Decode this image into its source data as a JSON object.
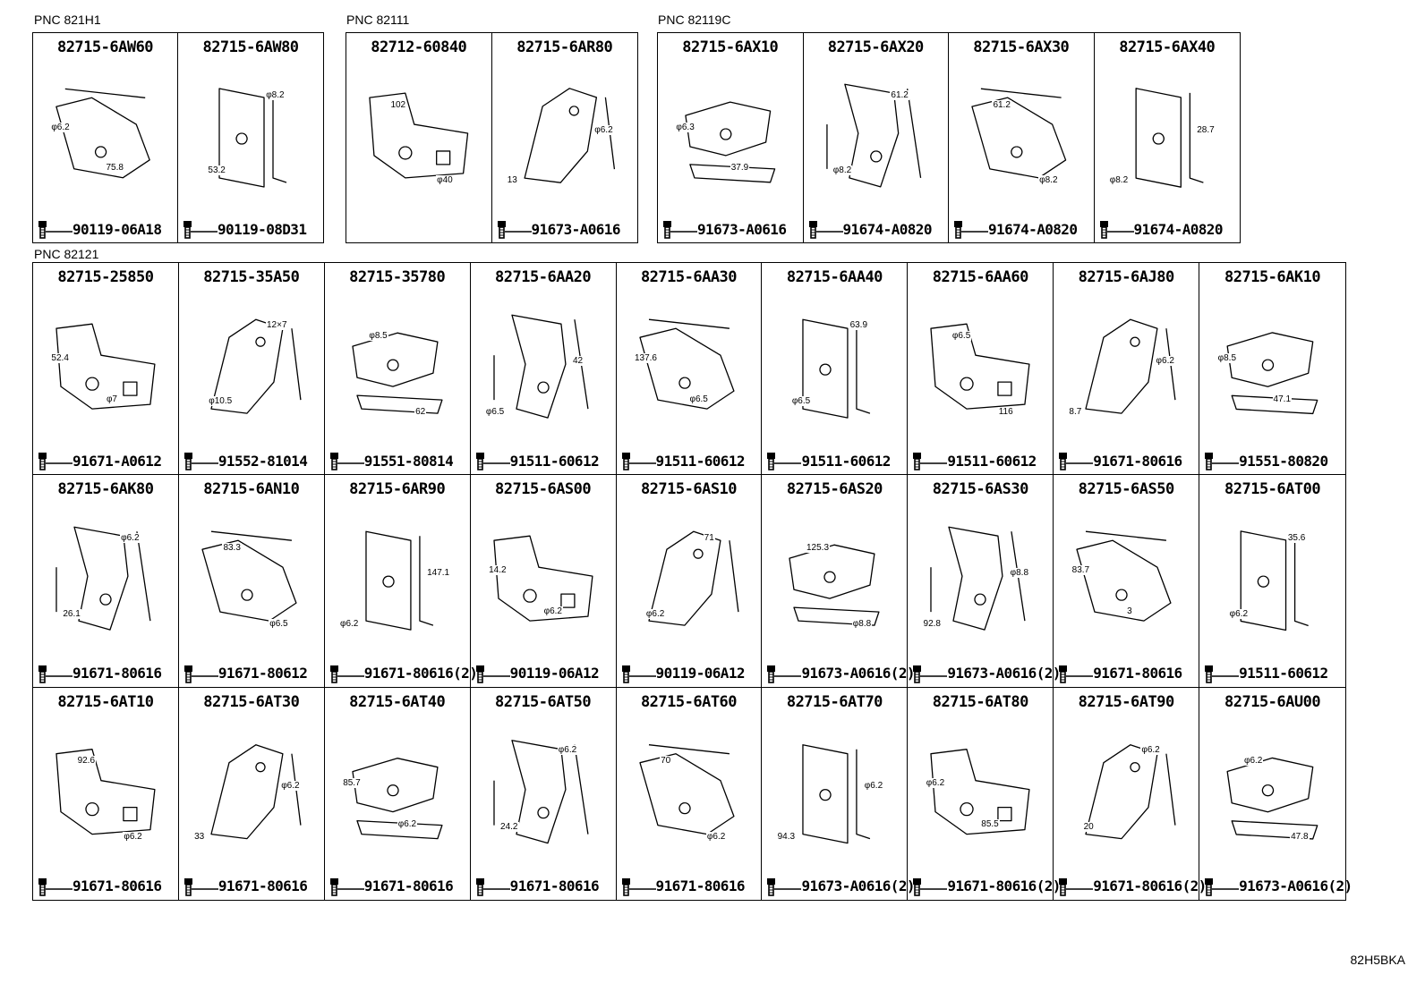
{
  "groups": [
    {
      "pnc": "PNC 821H1",
      "cells": [
        {
          "part": "82715-6AW60",
          "bolt": "90119-06A18",
          "dims": [
            "φ6.2",
            "75.8"
          ]
        },
        {
          "part": "82715-6AW80",
          "bolt": "90119-08D31",
          "dims": [
            "φ8.2",
            "53.2"
          ]
        }
      ]
    },
    {
      "pnc": "PNC 82111",
      "cells": [
        {
          "part": "82712-60840",
          "bolt": "",
          "dims": [
            "102",
            "φ40"
          ]
        },
        {
          "part": "82715-6AR80",
          "bolt": "91673-A0616",
          "dims": [
            "φ6.2",
            "13"
          ]
        }
      ]
    },
    {
      "pnc": "PNC 82119C",
      "cells": [
        {
          "part": "82715-6AX10",
          "bolt": "91673-A0616",
          "dims": [
            "φ6.3",
            "37.9"
          ]
        },
        {
          "part": "82715-6AX20",
          "bolt": "91674-A0820",
          "dims": [
            "61.2",
            "φ8.2"
          ]
        },
        {
          "part": "82715-6AX30",
          "bolt": "91674-A0820",
          "dims": [
            "61.2",
            "φ8.2"
          ]
        },
        {
          "part": "82715-6AX40",
          "bolt": "91674-A0820",
          "dims": [
            "28.7",
            "φ8.2"
          ]
        }
      ]
    },
    {
      "pnc": "PNC 82121",
      "cells": [
        {
          "part": "82715-25850",
          "bolt": "91671-A0612",
          "dims": [
            "52.4",
            "φ7"
          ]
        },
        {
          "part": "82715-35A50",
          "bolt": "91552-81014",
          "dims": [
            "12×7",
            "φ10.5"
          ]
        },
        {
          "part": "82715-35780",
          "bolt": "91551-80814",
          "dims": [
            "φ8.5",
            "62"
          ]
        },
        {
          "part": "82715-6AA20",
          "bolt": "91511-60612",
          "dims": [
            "42",
            "φ6.5"
          ]
        },
        {
          "part": "82715-6AA30",
          "bolt": "91511-60612",
          "dims": [
            "137.6",
            "φ6.5"
          ]
        },
        {
          "part": "82715-6AA40",
          "bolt": "91511-60612",
          "dims": [
            "63.9",
            "φ6.5"
          ]
        },
        {
          "part": "82715-6AA60",
          "bolt": "91511-60612",
          "dims": [
            "φ6.5",
            "116"
          ]
        },
        {
          "part": "82715-6AJ80",
          "bolt": "91671-80616",
          "dims": [
            "φ6.2",
            "8.7"
          ]
        },
        {
          "part": "82715-6AK10",
          "bolt": "91551-80820",
          "dims": [
            "φ8.5",
            "47.1"
          ]
        },
        {
          "part": "82715-6AK80",
          "bolt": "91671-80616",
          "dims": [
            "φ6.2",
            "26.1"
          ]
        },
        {
          "part": "82715-6AN10",
          "bolt": "91671-80612",
          "dims": [
            "83.3",
            "φ6.5"
          ]
        },
        {
          "part": "82715-6AR90",
          "bolt": "91671-80616(2)",
          "dims": [
            "147.1",
            "φ6.2"
          ]
        },
        {
          "part": "82715-6AS00",
          "bolt": "90119-06A12",
          "dims": [
            "14.2",
            "φ6.2"
          ]
        },
        {
          "part": "82715-6AS10",
          "bolt": "90119-06A12",
          "dims": [
            "71",
            "φ6.2"
          ]
        },
        {
          "part": "82715-6AS20",
          "bolt": "91673-A0616(2)",
          "dims": [
            "125.3",
            "φ8.8"
          ]
        },
        {
          "part": "82715-6AS30",
          "bolt": "91673-A0616(2)",
          "dims": [
            "φ8.8",
            "92.8"
          ]
        },
        {
          "part": "82715-6AS50",
          "bolt": "91671-80616",
          "dims": [
            "83.7",
            "3"
          ]
        },
        {
          "part": "82715-6AT00",
          "bolt": "91511-60612",
          "dims": [
            "35.6",
            "φ6.2"
          ]
        },
        {
          "part": "82715-6AT10",
          "bolt": "91671-80616",
          "dims": [
            "92.6",
            "φ6.2"
          ]
        },
        {
          "part": "82715-6AT30",
          "bolt": "91671-80616",
          "dims": [
            "φ6.2",
            "33"
          ]
        },
        {
          "part": "82715-6AT40",
          "bolt": "91671-80616",
          "dims": [
            "85.7",
            "φ6.2"
          ]
        },
        {
          "part": "82715-6AT50",
          "bolt": "91671-80616",
          "dims": [
            "φ6.2",
            "24.2"
          ]
        },
        {
          "part": "82715-6AT60",
          "bolt": "91671-80616",
          "dims": [
            "70",
            "φ6.2"
          ]
        },
        {
          "part": "82715-6AT70",
          "bolt": "91673-A0616(2)",
          "dims": [
            "φ6.2",
            "94.3"
          ]
        },
        {
          "part": "82715-6AT80",
          "bolt": "91671-80616(2)",
          "dims": [
            "φ6.2",
            "85.5"
          ]
        },
        {
          "part": "82715-6AT90",
          "bolt": "91671-80616(2)",
          "dims": [
            "φ6.2",
            "20"
          ]
        },
        {
          "part": "82715-6AU00",
          "bolt": "91673-A0616(2)",
          "dims": [
            "φ6.2",
            "47.8"
          ]
        }
      ]
    }
  ],
  "footer_code": "82H5BKA"
}
